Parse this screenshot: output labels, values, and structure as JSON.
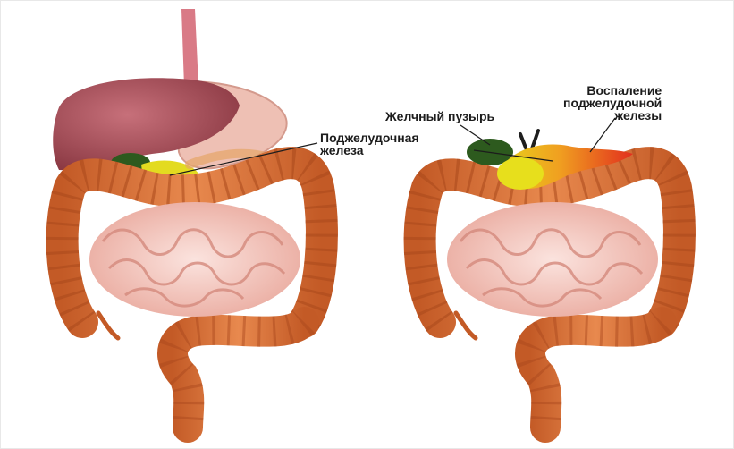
{
  "labels": {
    "pancreas": {
      "line1": "Поджелудочная",
      "line2": "железа"
    },
    "gallbladder": "Желчный пузырь",
    "inflammation": {
      "line1": "Воспаление",
      "line2": "поджелудочной",
      "line3": "железы"
    }
  },
  "colors": {
    "colon": "#d9713a",
    "colon_dark": "#a9481c",
    "small_intestine": "#f3c5bd",
    "liver": "#a5505a",
    "stomach": "#eec0b4",
    "gallbladder": "#2d5a1e",
    "pancreas": "#e3db20",
    "inflamed_pancreas": "#e8402a",
    "esophagus": "#d97a86"
  }
}
